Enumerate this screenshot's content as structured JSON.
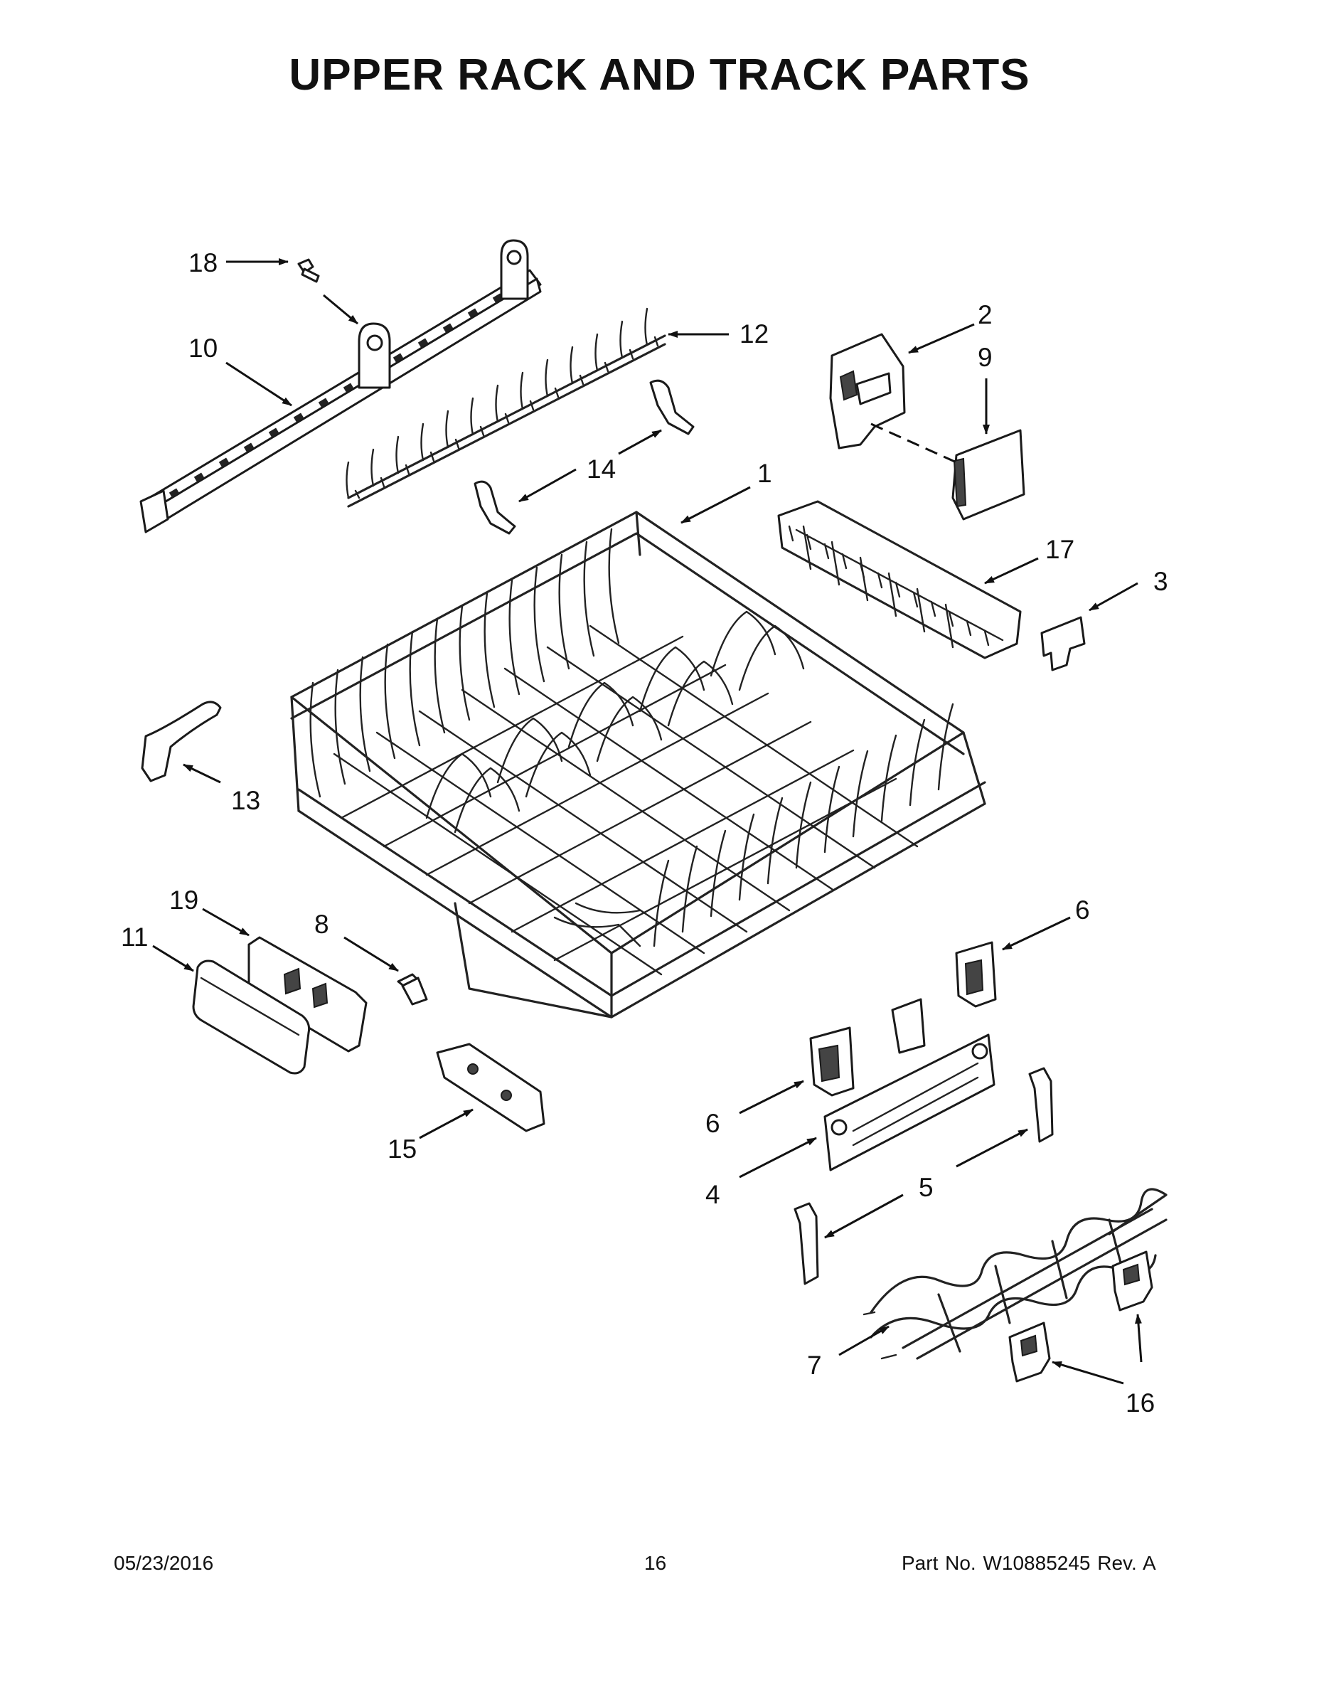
{
  "title": "UPPER RACK AND TRACK PARTS",
  "callouts": [
    {
      "id": "18",
      "label": "18"
    },
    {
      "id": "10",
      "label": "10"
    },
    {
      "id": "12",
      "label": "12"
    },
    {
      "id": "2",
      "label": "2"
    },
    {
      "id": "9",
      "label": "9"
    },
    {
      "id": "14",
      "label": "14"
    },
    {
      "id": "1",
      "label": "1"
    },
    {
      "id": "17",
      "label": "17"
    },
    {
      "id": "3",
      "label": "3"
    },
    {
      "id": "13",
      "label": "13"
    },
    {
      "id": "19",
      "label": "19"
    },
    {
      "id": "8",
      "label": "8"
    },
    {
      "id": "11",
      "label": "11"
    },
    {
      "id": "6a",
      "label": "6"
    },
    {
      "id": "6b",
      "label": "6"
    },
    {
      "id": "15",
      "label": "15"
    },
    {
      "id": "4",
      "label": "4"
    },
    {
      "id": "5",
      "label": "5"
    },
    {
      "id": "7",
      "label": "7"
    },
    {
      "id": "16",
      "label": "16"
    }
  ],
  "footer": {
    "date": "05/23/2016",
    "page": "16",
    "part": "Part No.  W10885245  Rev.  A"
  }
}
